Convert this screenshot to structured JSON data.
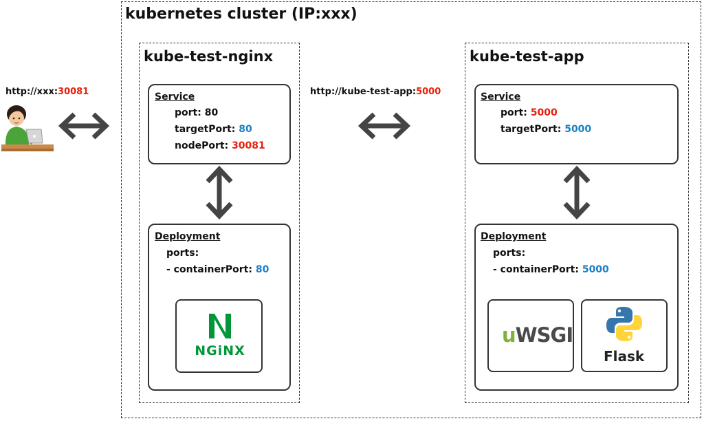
{
  "cluster": {
    "title": "kubernetes cluster (IP:xxx)"
  },
  "user": {
    "url_prefix": "http://xxx:",
    "url_port": "30081"
  },
  "middle_url": {
    "prefix": "http://kube-test-app:",
    "port": "5000"
  },
  "nginx_ns": {
    "title": "kube-test-nginx",
    "service": {
      "title": "Service",
      "port_label": "port: ",
      "port_value": "80",
      "target_label": "targetPort: ",
      "target_value": "80",
      "node_label": "nodePort: ",
      "node_value": "30081"
    },
    "deployment": {
      "title": "Deployment",
      "ports_label": "ports:",
      "container_label": "- containerPort: ",
      "container_value": "80"
    },
    "logo": {
      "letter": "N",
      "text": "NGiNX",
      "color": "#009639"
    }
  },
  "app_ns": {
    "title": "kube-test-app",
    "service": {
      "title": "Service",
      "port_label": "port: ",
      "port_value": "5000",
      "target_label": "targetPort: ",
      "target_value": "5000"
    },
    "deployment": {
      "title": "Deployment",
      "ports_label": "ports:",
      "container_label": "- containerPort: ",
      "container_value": "5000"
    },
    "uwsgi_logo": {
      "u": "u",
      "rest": "WSGI"
    },
    "flask_logo": {
      "text": "Flask"
    }
  },
  "colors": {
    "red": "#e8200c",
    "blue": "#1a7fc4",
    "arrow": "#444444"
  },
  "icons": [
    "user-at-laptop-icon",
    "double-arrow-icon",
    "nginx-logo-icon",
    "uwsgi-logo-icon",
    "python-logo-icon"
  ]
}
